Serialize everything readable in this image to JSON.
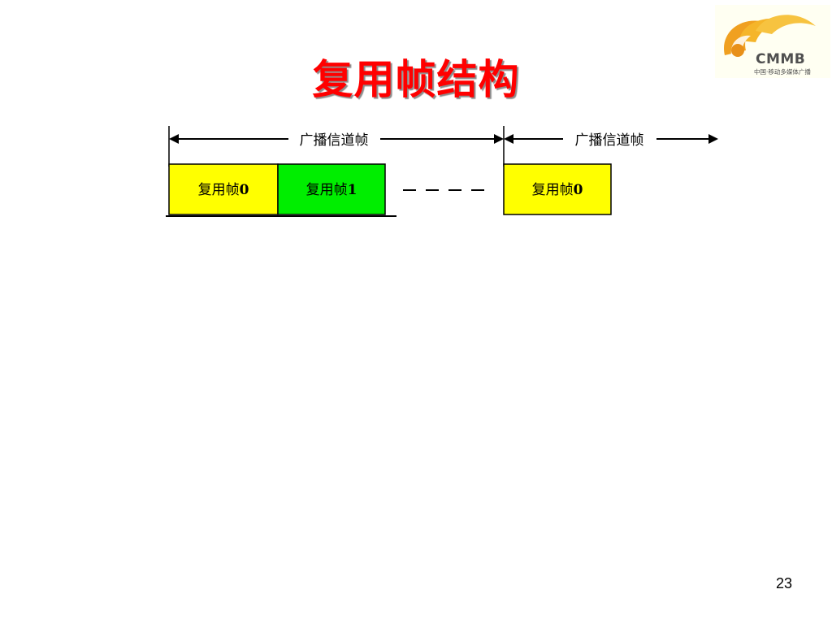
{
  "slide": {
    "title": "复用帧结构",
    "page_number": "23"
  },
  "logo": {
    "icon": "cmmb-logo-icon",
    "main_text": "CMMB",
    "sub_text": "中国·移动多媒体广播"
  },
  "diagram": {
    "channel_frames": [
      {
        "label": "广播信道帧"
      },
      {
        "label": "广播信道帧"
      }
    ],
    "mux_frames": [
      {
        "label": "复用帧",
        "index": "0",
        "color": "#ffff00"
      },
      {
        "label": "复用帧",
        "index": "1",
        "color": "#00ee00"
      },
      {
        "label": "复用帧",
        "index": "0",
        "color": "#ffff00"
      }
    ],
    "colors": {
      "title": "#ff0000",
      "yellow_frame": "#ffff00",
      "green_frame": "#00ee00"
    }
  }
}
